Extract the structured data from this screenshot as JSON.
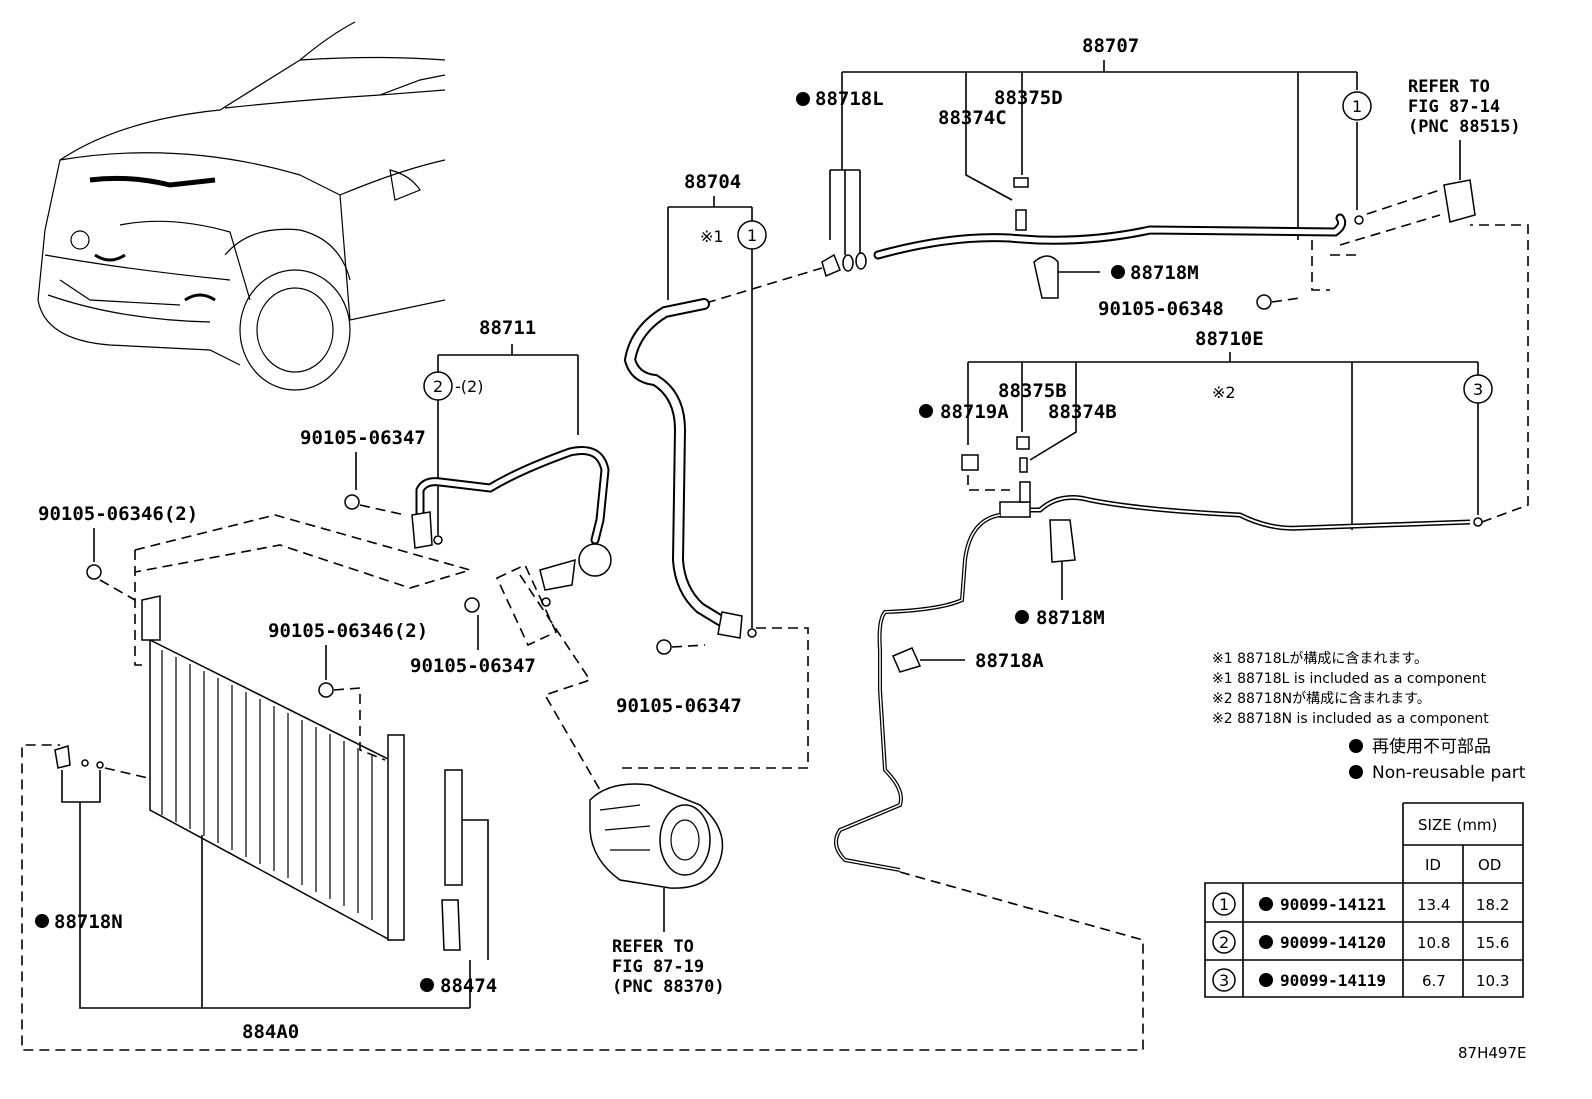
{
  "labels": {
    "p88707": "88707",
    "p88718L": "88718L",
    "p88375D": "88375D",
    "p88374C": "88374C",
    "refer_top_l1": "REFER TO",
    "refer_top_l2": "FIG 87-14",
    "refer_top_l3": "(PNC 88515)",
    "p88704": "88704",
    "p88704_note": "※1",
    "p88718M_top": "88718M",
    "p90105_06348": "90105-06348",
    "p88711": "88711",
    "p88711_qty": "-(2)",
    "p88710E": "88710E",
    "p88710E_note": "※2",
    "p88375B": "88375B",
    "p88719A": "88719A",
    "p88374B": "88374B",
    "p90105_06347_a": "90105-06347",
    "p90105_06346_a": "90105-06346(2)",
    "p90105_06346_b": "90105-06346(2)",
    "p90105_06347_b": "90105-06347",
    "p90105_06347_c": "90105-06347",
    "p88718M_mid": "88718M",
    "p88718A": "88718A",
    "p88718N": "88718N",
    "p88474": "88474",
    "p884A0": "884A0",
    "refer_bot_l1": "REFER TO",
    "refer_bot_l2": "FIG 87-19",
    "refer_bot_l3": "(PNC 88370)",
    "circle1": "1",
    "circle2": "2",
    "circle3": "3"
  },
  "notes": [
    "※1 88718Lが構成に含まれます。",
    "※1 88718L is included as a component",
    "※2 88718Nが構成に含まれます。",
    "※2 88718N is included as a component"
  ],
  "legend": {
    "jp": "再使用不可部品",
    "en": "Non-reusable part"
  },
  "size_table": {
    "header": "SIZE (mm)",
    "col_id": "ID",
    "col_od": "OD",
    "rows": [
      {
        "mark": "1",
        "part": "90099-14121",
        "id": "13.4",
        "od": "18.2"
      },
      {
        "mark": "2",
        "part": "90099-14120",
        "id": "10.8",
        "od": "15.6"
      },
      {
        "mark": "3",
        "part": "90099-14119",
        "id": "6.7",
        "od": "10.3"
      }
    ]
  },
  "figure_code": "87H497E"
}
